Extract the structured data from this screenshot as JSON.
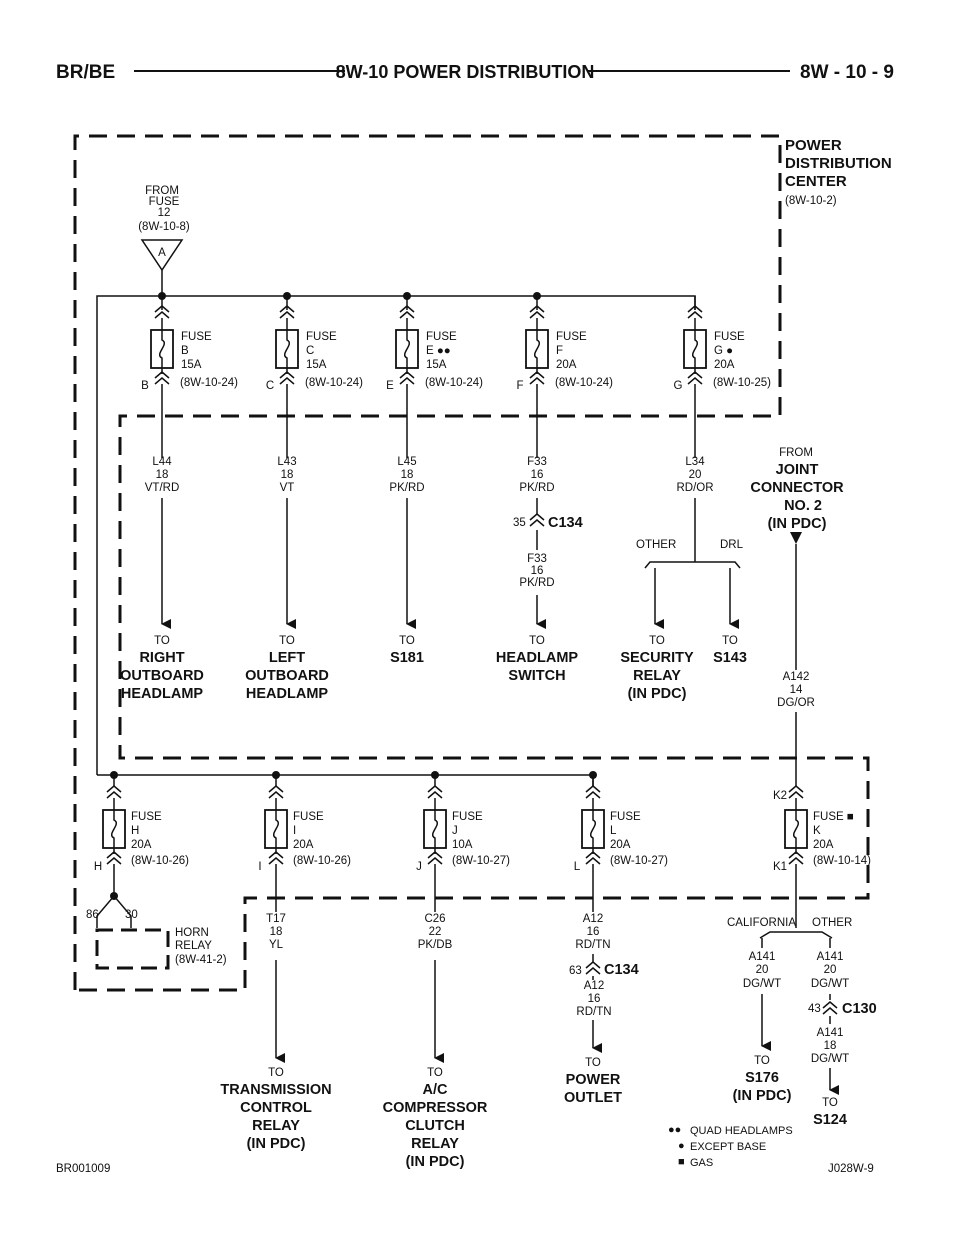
{
  "header": {
    "left": "BR/BE",
    "title": "8W-10 POWER DISTRIBUTION",
    "right": "8W - 10 - 9"
  },
  "pdc": {
    "label": [
      "POWER",
      "DISTRIBUTION",
      "CENTER"
    ],
    "ref": "(8W-10-2)"
  },
  "source": {
    "lines": [
      "FROM",
      "FUSE",
      "12",
      "(8W-10-8)"
    ],
    "connector": "A"
  },
  "fuses_top": [
    {
      "id": "B",
      "lines": [
        "FUSE",
        "B",
        "15A"
      ],
      "ref": "(8W-10-24)",
      "pin": "B",
      "wire": [
        "L44",
        "18",
        "VT/RD"
      ],
      "dest": [
        "RIGHT",
        "OUTBOARD",
        "HEADLAMP"
      ]
    },
    {
      "id": "C",
      "lines": [
        "FUSE",
        "C",
        "15A"
      ],
      "ref": "(8W-10-24)",
      "pin": "C",
      "wire": [
        "L43",
        "18",
        "VT"
      ],
      "dest": [
        "LEFT",
        "OUTBOARD",
        "HEADLAMP"
      ]
    },
    {
      "id": "E",
      "lines": [
        "FUSE",
        "E ●●",
        "15A"
      ],
      "ref": "(8W-10-24)",
      "pin": "E",
      "wire": [
        "L45",
        "18",
        "PK/RD"
      ],
      "dest": [
        "S181"
      ]
    },
    {
      "id": "F",
      "lines": [
        "FUSE",
        "F",
        "20A"
      ],
      "ref": "(8W-10-24)",
      "pin": "F",
      "wire": [
        "F33",
        "16",
        "PK/RD"
      ],
      "dest": [
        "HEADLAMP",
        "SWITCH"
      ]
    },
    {
      "id": "G",
      "lines": [
        "FUSE",
        "G ●",
        "20A"
      ],
      "ref": "(8W-10-25)",
      "pin": "G",
      "wire": [
        "L34",
        "20",
        "RD/OR"
      ],
      "dest": []
    }
  ],
  "c134_top": {
    "pin": "35",
    "name": "C134",
    "wire_after": [
      "F33",
      "16",
      "PK/RD"
    ]
  },
  "g_branch": {
    "left_label": "OTHER",
    "right_label": "DRL",
    "left_dest": [
      "SECURITY",
      "RELAY",
      "(IN PDC)"
    ],
    "right_dest": [
      "S143"
    ]
  },
  "joint": {
    "lines": [
      "FROM"
    ],
    "bold": [
      "JOINT",
      "CONNECTOR",
      "NO. 2",
      "(IN PDC)"
    ]
  },
  "to_word": "TO",
  "a142_wire": [
    "A142",
    "14",
    "DG/OR"
  ],
  "fuses_bottom": [
    {
      "id": "H",
      "lines": [
        "FUSE",
        "H",
        "20A"
      ],
      "ref": "(8W-10-26)",
      "pin": "H"
    },
    {
      "id": "I",
      "lines": [
        "FUSE",
        "I",
        "20A"
      ],
      "ref": "(8W-10-26)",
      "pin": "I",
      "wire": [
        "T17",
        "18",
        "YL"
      ],
      "dest": [
        "TRANSMISSION",
        "CONTROL",
        "RELAY",
        "(IN PDC)"
      ]
    },
    {
      "id": "J",
      "lines": [
        "FUSE",
        "J",
        "10A"
      ],
      "ref": "(8W-10-27)",
      "pin": "J",
      "wire": [
        "C26",
        "22",
        "PK/DB"
      ],
      "dest": [
        "A/C",
        "COMPRESSOR",
        "CLUTCH",
        "RELAY",
        "(IN PDC)"
      ]
    },
    {
      "id": "L",
      "lines": [
        "FUSE",
        "L",
        "20A"
      ],
      "ref": "(8W-10-27)",
      "pin": "L",
      "wire": [
        "A12",
        "16",
        "RD/TN"
      ],
      "dest": [
        "POWER",
        "OUTLET"
      ]
    },
    {
      "id": "K",
      "lines": [
        "FUSE ■",
        "K",
        "20A"
      ],
      "ref": "(8W-10-14)",
      "pin_top": "K2",
      "pin": "K1"
    }
  ],
  "horn": {
    "pin_left": "86",
    "pin_right": "30",
    "lines": [
      "HORN",
      "RELAY",
      "(8W-41-2)"
    ]
  },
  "c134_bottom": {
    "pin": "63",
    "name": "C134",
    "wire_after": [
      "A12",
      "16",
      "RD/TN"
    ]
  },
  "k_branch": {
    "left_label": "CALIFORNIA",
    "right_label": "OTHER",
    "left_wire": [
      "A141",
      "20",
      "DG/WT"
    ],
    "right_wire": [
      "A141",
      "20",
      "DG/WT"
    ],
    "left_dest": [
      "S176",
      "(IN PDC)"
    ],
    "c130": {
      "pin": "43",
      "name": "C130"
    },
    "right_wire_after": [
      "A141",
      "18",
      "DG/WT"
    ],
    "right_dest": [
      "S124"
    ]
  },
  "legend": [
    {
      "sym": "●●",
      "text": "QUAD HEADLAMPS"
    },
    {
      "sym": "●",
      "text": "EXCEPT BASE"
    },
    {
      "sym": "■",
      "text": "GAS"
    }
  ],
  "footer": {
    "left": "BR001009",
    "right": "J028W-9"
  }
}
